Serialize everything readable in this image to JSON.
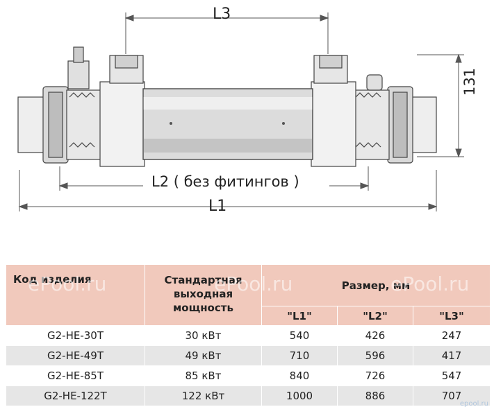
{
  "dimensions": {
    "l3": "L3",
    "height_label": "131",
    "l2": "L2 ( без фитингов )",
    "l1": "L1"
  },
  "table": {
    "col_code": "Код изделия",
    "col_power": "Стандартная выходная мощность",
    "col_size": "Размер, мм",
    "sub_l1": "\"L1\"",
    "sub_l2": "\"L2\"",
    "sub_l3": "\"L3\"",
    "rows": [
      {
        "code": "G2-HE-30T",
        "power": "30 кВт",
        "l1": "540",
        "l2": "426",
        "l3": "247"
      },
      {
        "code": "G2-HE-49T",
        "power": "49 кВт",
        "l1": "710",
        "l2": "596",
        "l3": "417"
      },
      {
        "code": "G2-HE-85T",
        "power": "85 кВт",
        "l1": "840",
        "l2": "726",
        "l3": "547"
      },
      {
        "code": "G2-HE-122T",
        "power": "122 кВт",
        "l1": "1000",
        "l2": "886",
        "l3": "707"
      }
    ]
  },
  "watermarks": [
    "ePool.ru",
    "ePool.ru",
    "ePool.ru"
  ],
  "corner_mark": "epool.ru"
}
